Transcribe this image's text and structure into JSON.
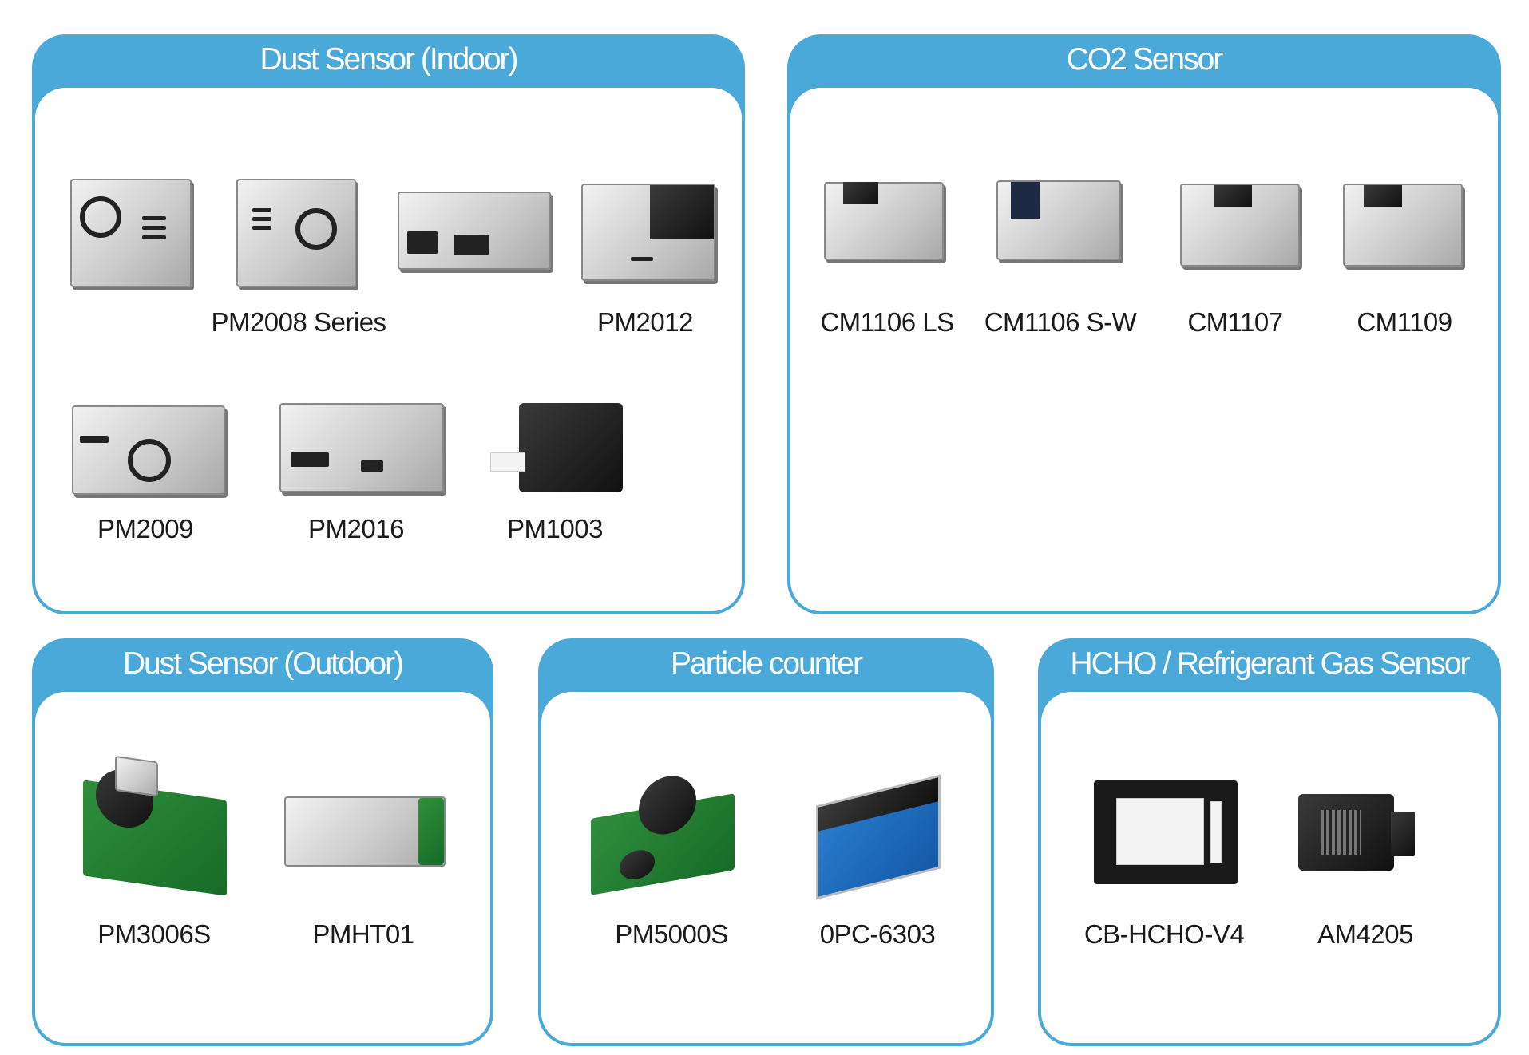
{
  "colors": {
    "accent": "#4aa9d9",
    "text": "#1a1a1a",
    "title_text": "#ffffff"
  },
  "panels": [
    {
      "title": "Dust Sensor (Indoor)",
      "products": [
        {
          "label": "PM2008 Series",
          "icon": "pm2008-sensor-image"
        },
        {
          "label": "PM2012",
          "icon": "pm2012-sensor-image"
        },
        {
          "label": "PM2009",
          "icon": "pm2009-sensor-image"
        },
        {
          "label": "PM2016",
          "icon": "pm2016-sensor-image"
        },
        {
          "label": "PM1003",
          "icon": "pm1003-sensor-image"
        }
      ]
    },
    {
      "title": "CO2 Sensor",
      "products": [
        {
          "label": "CM1106 LS",
          "icon": "cm1106ls-sensor-image"
        },
        {
          "label": "CM1106 S-W",
          "icon": "cm1106sw-sensor-image"
        },
        {
          "label": "CM1107",
          "icon": "cm1107-sensor-image"
        },
        {
          "label": "CM1109",
          "icon": "cm1109-sensor-image"
        }
      ]
    },
    {
      "title": "Dust Sensor (Outdoor)",
      "products": [
        {
          "label": "PM3006S",
          "icon": "pm3006s-sensor-image"
        },
        {
          "label": "PMHT01",
          "icon": "pmht01-sensor-image"
        }
      ]
    },
    {
      "title": "Particle counter",
      "products": [
        {
          "label": "PM5000S",
          "icon": "pm5000s-sensor-image"
        },
        {
          "label": "0PC-6303",
          "icon": "opc6303-counter-image"
        }
      ]
    },
    {
      "title": "HCHO / Refrigerant Gas Sensor",
      "products": [
        {
          "label": "CB-HCHO-V4",
          "icon": "cb-hcho-v4-sensor-image"
        },
        {
          "label": "AM4205",
          "icon": "am4205-sensor-image"
        }
      ]
    }
  ]
}
